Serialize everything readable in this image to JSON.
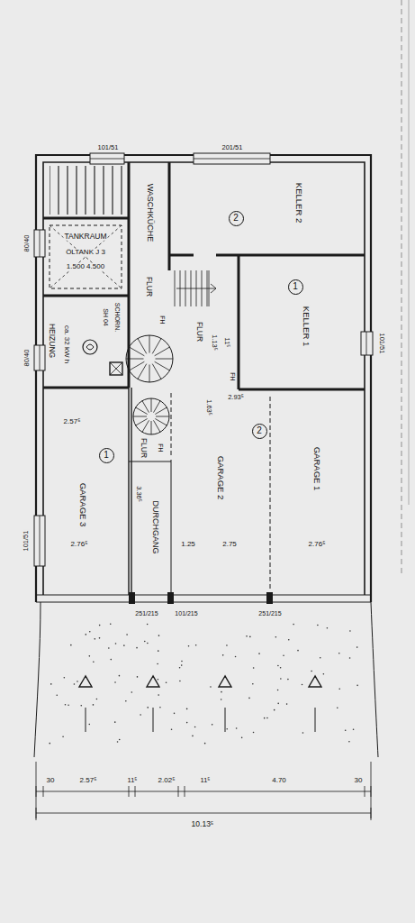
{
  "diagram": {
    "nodes": [
      {
        "text": [
          "KELLER 2"
        ]
      },
      {
        "text": [
          "2"
        ],
        "in": 0
      },
      {
        "text": [
          "KELLER 1"
        ]
      },
      {
        "text": [
          "1"
        ],
        "in": 2
      },
      {
        "text": [
          "WASCHKÜCHE"
        ]
      },
      {
        "text": [
          "TANKRAUM",
          "ÖLTANK J 3",
          "1.500 4.500"
        ]
      },
      {
        "text": [
          "HEIZUNG",
          "ca. 32 kW h"
        ]
      },
      {
        "text": [
          "FLUR"
        ]
      },
      {
        "text": [
          "FLUR"
        ]
      },
      {
        "text": [
          "GARAGE 3"
        ]
      },
      {
        "text": [
          "1"
        ],
        "in": 9
      },
      {
        "text": [
          "FLUR"
        ]
      },
      {
        "text": [
          "DURCHGANG"
        ]
      },
      {
        "text": [
          "GARAGE 2"
        ]
      },
      {
        "text": [
          "GARAGE 1"
        ]
      },
      {
        "text": [
          "2"
        ],
        "in": 13
      }
    ],
    "labels": [
      "101/51",
      "201/51",
      "80/40",
      "80/40",
      "101/51",
      "101/51",
      "SCHORN.",
      "SH 04",
      "FH",
      "1.13⁵",
      "11⁵",
      "FH",
      "1.63⁵",
      "2.93⁵",
      "2.57⁵",
      "FH",
      "3.36⁵",
      "2.76⁵",
      "1.25",
      "2.75",
      "2.76⁵",
      "251/215",
      "101/215",
      "251/215",
      "30",
      "2.57⁵",
      "11⁵",
      "2.02⁵",
      "11⁵",
      "4.70",
      "30",
      "10.13⁵"
    ]
  }
}
